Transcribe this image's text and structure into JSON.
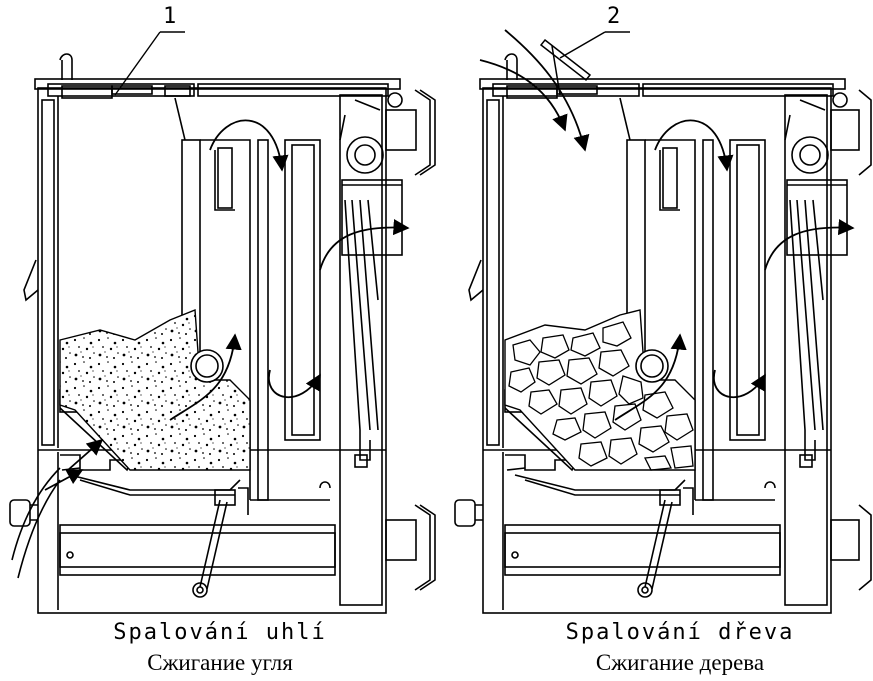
{
  "left_panel": {
    "callout": "1",
    "caption_cz": "Spalování uhlí",
    "caption_ru": "Сжигание угля"
  },
  "right_panel": {
    "callout": "2",
    "caption_cz": "Spalování dřeva",
    "caption_ru": "Сжигание дерева"
  }
}
